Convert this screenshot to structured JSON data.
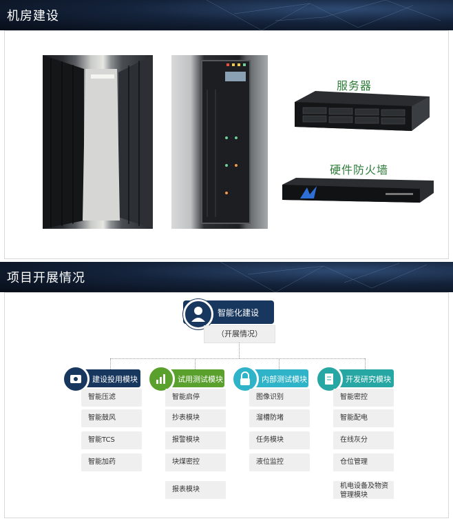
{
  "sections": [
    {
      "title": "机房建设"
    },
    {
      "title": "项目开展情况"
    }
  ],
  "products": {
    "server_label": "服务器",
    "firewall_label": "硬件防火墙"
  },
  "org": {
    "root_title": "智能化建设",
    "root_sub": "（开展情况）",
    "columns": [
      {
        "title": "建设投用模块",
        "color": "#17375e",
        "items": [
          "智能压滤",
          "智能鼓风",
          "智能TCS",
          "智能加药"
        ]
      },
      {
        "title": "试用测试模块",
        "color": "#5aa02c",
        "items": [
          "智能启停",
          "抄表模块",
          "报警模块",
          "块煤密控",
          "报表模块"
        ]
      },
      {
        "title": "内部测试模块",
        "color": "#2fb3c8",
        "items": [
          "图像识别",
          "溜槽防堵",
          "任务模块",
          "液位监控"
        ]
      },
      {
        "title": "开发研究模块",
        "color": "#27a7a3",
        "items": [
          "智能密控",
          "智能配电",
          "在线灰分",
          "仓位管理",
          "机电设备及物资管理模块"
        ]
      }
    ]
  }
}
